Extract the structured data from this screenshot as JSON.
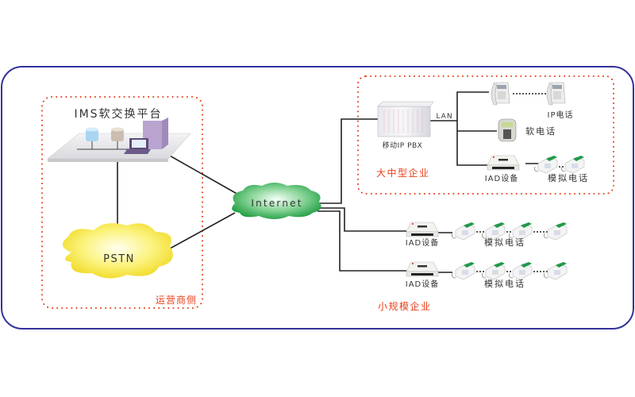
{
  "diagram": {
    "carrier_side": {
      "platform_title": "IMS软交换平台",
      "pstn_label": "PSTN",
      "group_label": "运营商侧"
    },
    "internet_label": "Internet",
    "large_enterprise": {
      "pbx_label": "移动IP PBX",
      "lan_label": "LAN",
      "ip_phone_label": "IP电话",
      "softphone_label": "软电话",
      "iad_label": "IAD设备",
      "analog_phone_label": "模拟电话",
      "group_label": "大中型企业"
    },
    "small_enterprise": {
      "branches": [
        {
          "iad_label": "IAD设备",
          "analog_phone_label": "模拟电话"
        },
        {
          "iad_label": "IAD设备",
          "analog_phone_label": "模拟电话"
        }
      ],
      "group_label": "小规模企业"
    },
    "colors": {
      "frame": "#33339a",
      "dotted_group": "#e8401c",
      "group_label": "#e8401c",
      "internet_cloud": "#22a84a",
      "pstn_cloud": "#f5e63a",
      "line": "#222222"
    }
  }
}
